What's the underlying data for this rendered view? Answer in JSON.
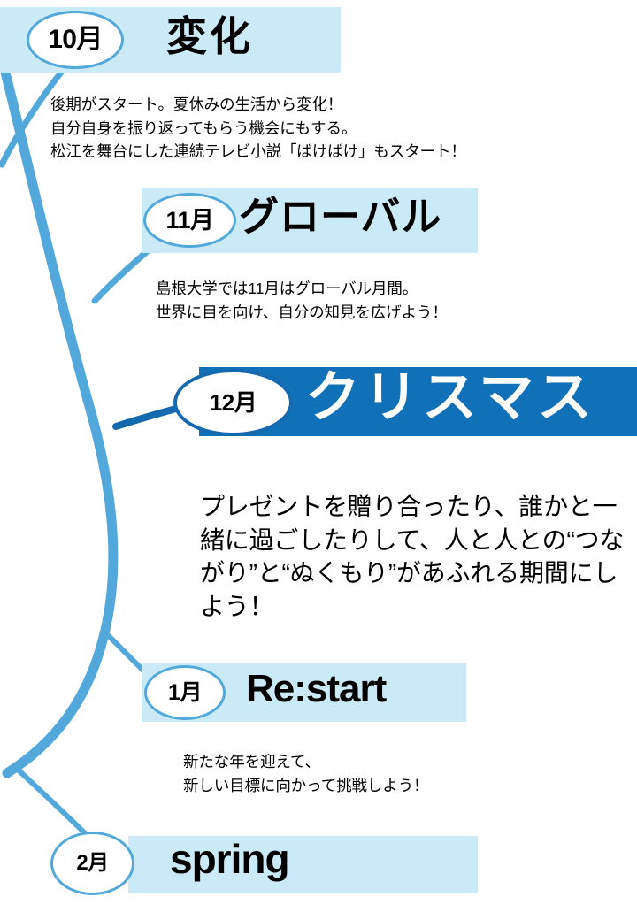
{
  "page": {
    "title": "変化・グローバル・クリスマス・ Re:start ・ spring マインドマップ",
    "background_color": "#ffffff"
  },
  "colors": {
    "branch_sky": "#52a8da",
    "branch_deep": "#1569ae",
    "banner_light": "#cbeaf8",
    "banner_strong": "#1171b8",
    "text_dark": "#000000",
    "text_invert": "#ffffff"
  },
  "nodes": [
    {
      "id": "october",
      "month": "10月",
      "heading": "変化",
      "body": "後期がスタート。夏休みの生活から変化！\n自分自身を振り返ってもらう機会にもする。\n松江を舞台にした連続テレビ小説「ばけばけ」もスタート！"
    },
    {
      "id": "november",
      "month": "11月",
      "heading": "グローバル",
      "body": "島根大学では11月はグローバル月間。\n世界に目を向け、自分の知見を広げよう！"
    },
    {
      "id": "december",
      "month": "12月",
      "heading": "クリスマス",
      "body": "プレゼントを贈り合ったり、誰かと一緒に過ごしたりして、人と人との“つながり”と“ぬくもり”があふれる期間にしよう！"
    },
    {
      "id": "january",
      "month": "1月",
      "heading": "Re:start",
      "body": "新たな年を迎えて、\n新しい目標に向かって挑戦しよう！"
    },
    {
      "id": "february",
      "month": "2月",
      "heading": "spring",
      "body": ""
    }
  ]
}
